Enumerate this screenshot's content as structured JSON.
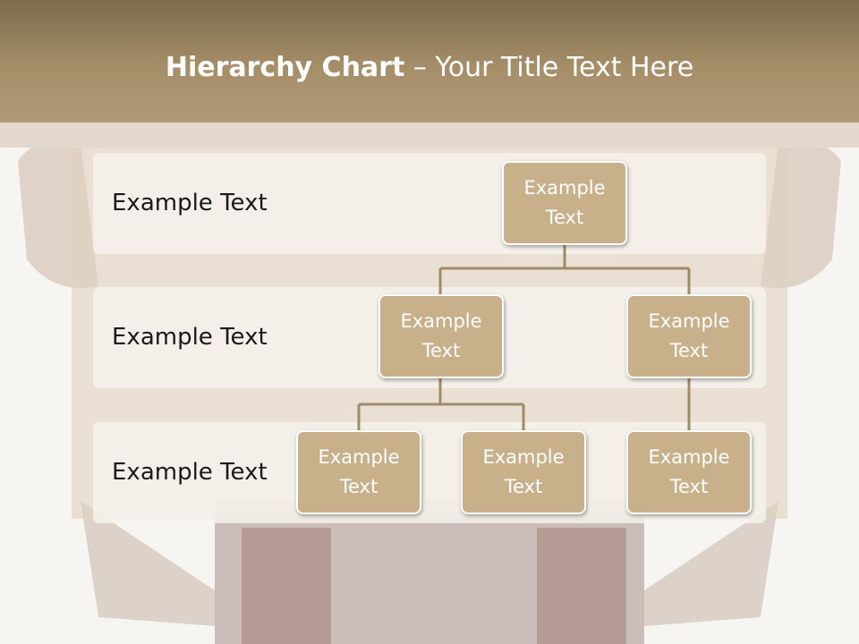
{
  "title": {
    "bold": "Hierarchy Chart",
    "rest": " – Your Title Text Here"
  },
  "levels": [
    {
      "label": "Example Text"
    },
    {
      "label": "Example Text"
    },
    {
      "label": "Example Text"
    }
  ],
  "nodes": {
    "root": "Example Text",
    "level2_left": "Example Text",
    "level2_right": "Example Text",
    "level3_a": "Example Text",
    "level3_b": "Example Text",
    "level3_c": "Example Text"
  },
  "colors": {
    "title_bar": "#a58e68",
    "node_fill": "#c7b08a",
    "connector": "#a08a68"
  }
}
